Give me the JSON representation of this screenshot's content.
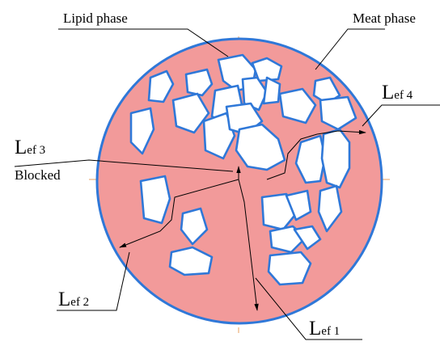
{
  "labels": {
    "lipid_phase": "Lipid phase",
    "meat_phase": "Meat phase",
    "blocked": "Blocked",
    "lef1": {
      "main": "L",
      "sub": "ef 1"
    },
    "lef2": {
      "main": "L",
      "sub": "ef 2"
    },
    "lef3": {
      "main": "L",
      "sub": "ef 3"
    },
    "lef4": {
      "main": "L",
      "sub": "ef 4"
    }
  },
  "colors": {
    "meat_fill": "#f29a9a",
    "boundary": "#2f78d8",
    "lipid_fill": "#ffffff",
    "centerline": "#e8a060",
    "text": "#000000"
  }
}
